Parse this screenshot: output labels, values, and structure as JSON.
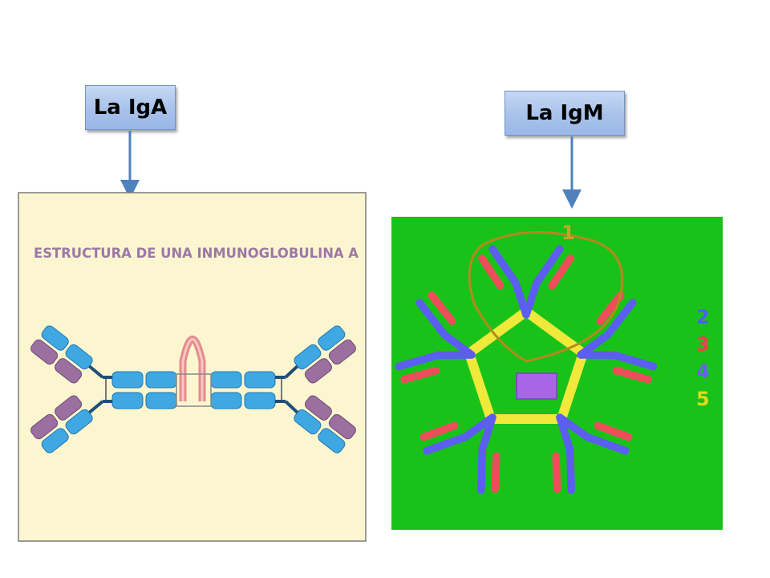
{
  "labels": {
    "iga": "La IgA",
    "igm": "La IgM"
  },
  "iga_panel": {
    "title": "ESTRUCTURA DE UNA INMUNOGLOBULINA A",
    "background": "#fbf6cf",
    "heavy_chain_color": "#3fa8e3",
    "light_chain_color": "#9b6fa0",
    "j_chain_color": "#e58c8c"
  },
  "igm_panel": {
    "background": "#19c219",
    "ring_numbers": [
      "1",
      "2",
      "3",
      "4",
      "5"
    ],
    "number_colors": [
      "#c9a227",
      "#4e5ff0",
      "#e9424b",
      "#6a5ff0",
      "#e0d820"
    ],
    "heavy_chain_color": "#5b5ef0",
    "light_chain_color": "#ee4e5a",
    "pentamer_color": "#f0e83a",
    "j_chain_color": "#a766e6"
  },
  "arrow_color": "#4f81bd"
}
